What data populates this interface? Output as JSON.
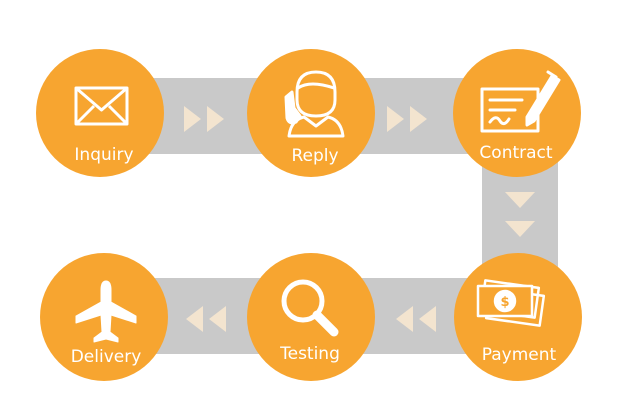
{
  "diagram": {
    "steps": [
      {
        "id": "inquiry",
        "label": "Inquiry",
        "icon": "envelope-icon"
      },
      {
        "id": "reply",
        "label": "Reply",
        "icon": "person-phone-icon"
      },
      {
        "id": "contract",
        "label": "Contract",
        "icon": "contract-pen-icon"
      },
      {
        "id": "payment",
        "label": "Payment",
        "icon": "money-icon"
      },
      {
        "id": "testing",
        "label": "Testing",
        "icon": "magnifier-icon"
      },
      {
        "id": "delivery",
        "label": "Delivery",
        "icon": "airplane-icon"
      }
    ],
    "colors": {
      "node": "#f7a530",
      "track": "#c9c9c9",
      "arrow": "#f3e4cf",
      "icon": "#ffffff"
    }
  }
}
